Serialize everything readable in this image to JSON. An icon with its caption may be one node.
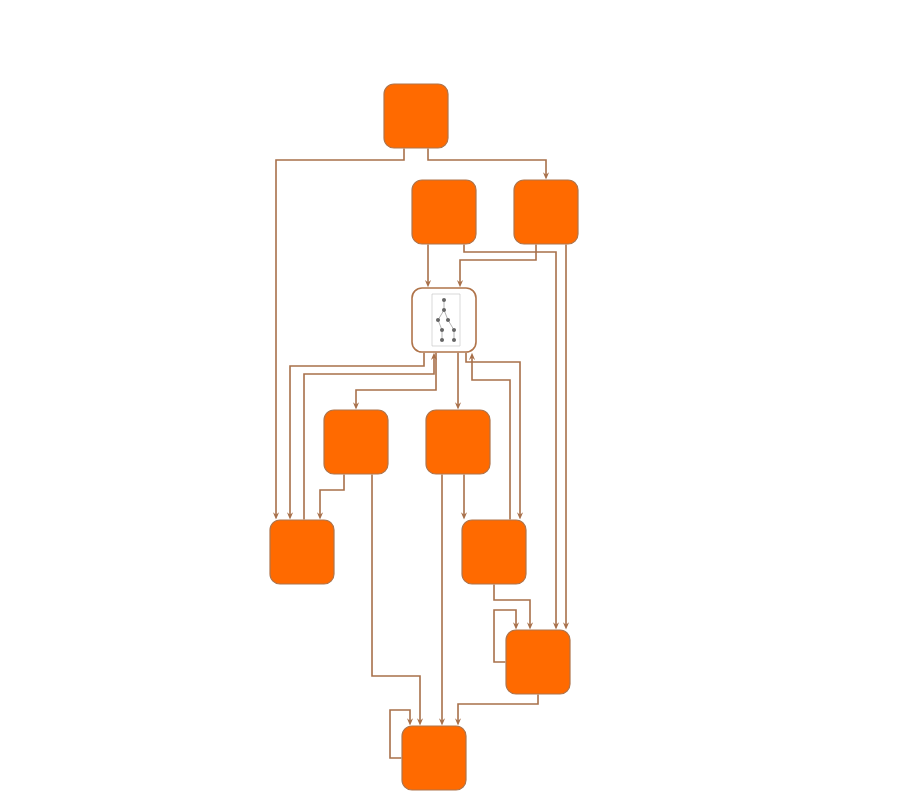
{
  "diagram": {
    "nodes": [
      {
        "text": [],
        "shape": "box"
      },
      {
        "text": [],
        "shape": "box"
      },
      {
        "text": [],
        "shape": "box"
      },
      {
        "text": [],
        "shape": "picture"
      },
      {
        "text": [],
        "shape": "box"
      },
      {
        "text": [],
        "shape": "box"
      },
      {
        "text": [],
        "shape": "box"
      },
      {
        "text": [],
        "shape": "box"
      },
      {
        "text": [],
        "shape": "box"
      },
      {
        "text": [],
        "shape": "box"
      }
    ],
    "edges": [
      {
        "from": 0,
        "to": 6,
        "arrow": "to"
      },
      {
        "from": 0,
        "to": 2,
        "arrow": "to"
      },
      {
        "from": 1,
        "to": 3,
        "arrow": "to"
      },
      {
        "from": 2,
        "to": 3,
        "arrow": "to"
      },
      {
        "from": 1,
        "to": 8,
        "arrow": "to"
      },
      {
        "from": 2,
        "to": 8,
        "arrow": "to"
      },
      {
        "from": 3,
        "to": 6,
        "arrow": "to"
      },
      {
        "from": 6,
        "to": 3,
        "arrow": "to"
      },
      {
        "from": 4,
        "to": 6,
        "arrow": "to"
      },
      {
        "from": 3,
        "to": 4,
        "arrow": "to"
      },
      {
        "from": 3,
        "to": 5,
        "arrow": "to"
      },
      {
        "from": 7,
        "to": 3,
        "arrow": "to"
      },
      {
        "from": 3,
        "to": 7,
        "arrow": "to"
      },
      {
        "from": 5,
        "to": 7,
        "arrow": "to"
      },
      {
        "from": 7,
        "to": 8,
        "arrow": "to"
      },
      {
        "from": 8,
        "to": 8,
        "arrow": "to"
      },
      {
        "from": 4,
        "to": 9,
        "arrow": "to"
      },
      {
        "from": 5,
        "to": 9,
        "arrow": "to"
      },
      {
        "from": 8,
        "to": 9,
        "arrow": "to"
      },
      {
        "from": 9,
        "to": 9,
        "arrow": "to"
      }
    ]
  }
}
